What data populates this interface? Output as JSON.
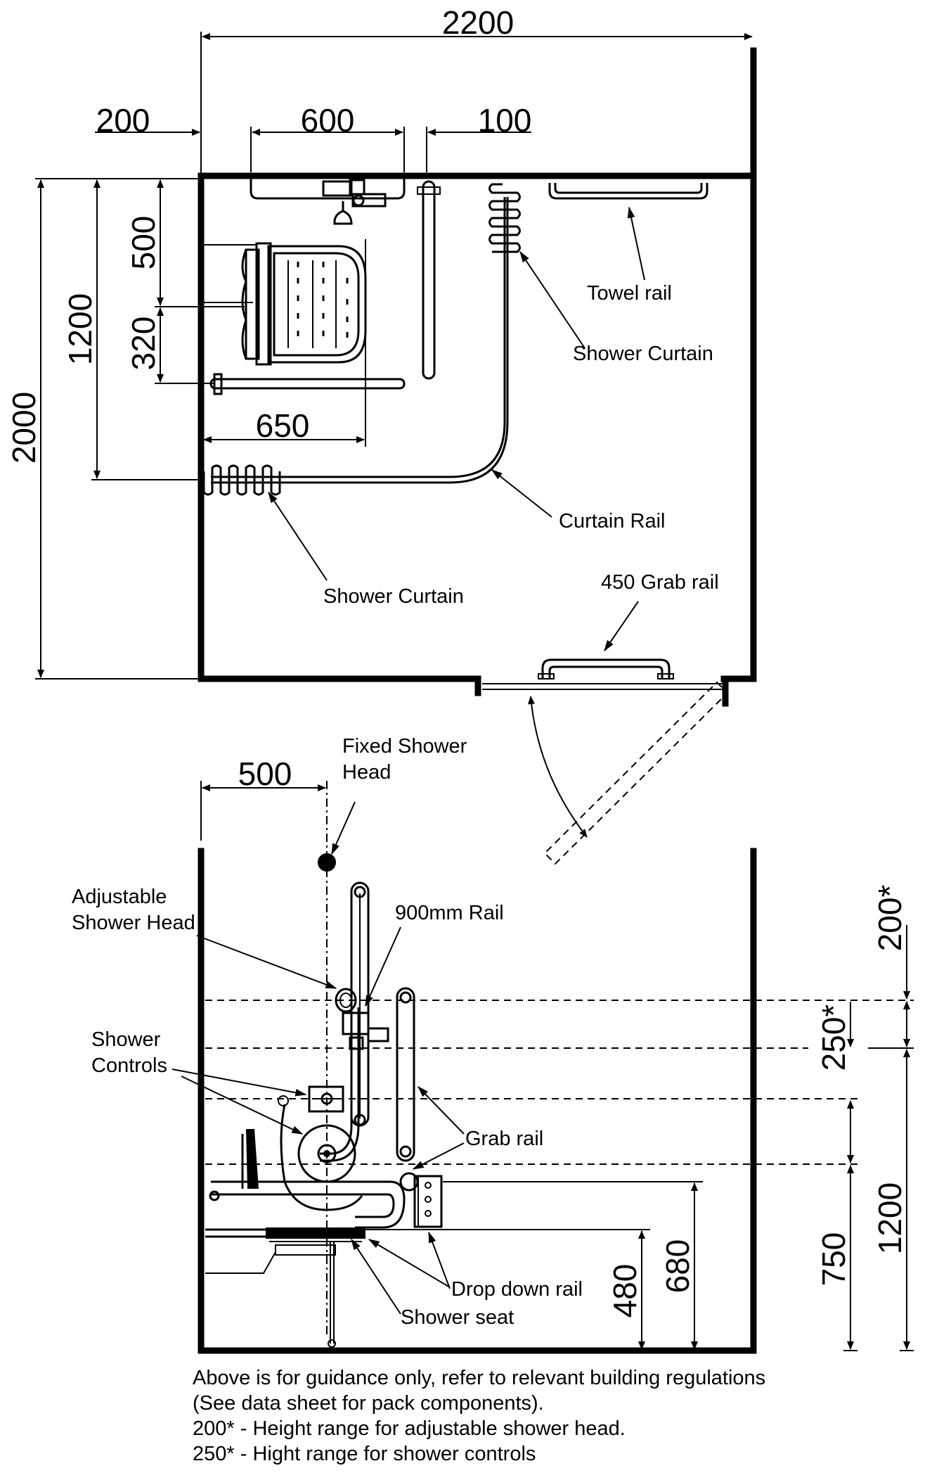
{
  "plan": {
    "dimensions": {
      "overall_width": "2200",
      "left_offset": "200",
      "seat_width": "600",
      "rail_gap": "100",
      "overall_depth": "2000",
      "curtain_depth": "1200",
      "seat_depth": "500",
      "rail_offset": "320",
      "seat_projection": "650"
    },
    "labels": {
      "towel_rail": "Towel rail",
      "shower_curtain_top": "Shower Curtain",
      "curtain_rail": "Curtain Rail",
      "shower_curtain_bottom": "Shower Curtain",
      "grab_rail_450": "450 Grab rail"
    }
  },
  "elevation": {
    "dimensions": {
      "head_offset": "500",
      "adjustable_range": "200*",
      "controls_range": "250*",
      "rail_height_1200": "1200",
      "rail_height_750": "750",
      "seat_height_680": "680",
      "seat_height_480": "480"
    },
    "labels": {
      "fixed_head_line1": "Fixed Shower",
      "fixed_head_line2": "Head",
      "adjustable_head_line1": "Adjustable",
      "adjustable_head_line2": "Shower Head",
      "rail_900": "900mm Rail",
      "controls_line1": "Shower",
      "controls_line2": "Controls",
      "grab_rail": "Grab rail",
      "drop_down_rail": "Drop down rail",
      "shower_seat": "Shower seat"
    }
  },
  "notes": [
    "Above is for guidance only, refer to relevant building regulations",
    "(See data sheet for pack components).",
    "200* - Height range for adjustable shower head.",
    "250* - Hight range for shower controls"
  ]
}
